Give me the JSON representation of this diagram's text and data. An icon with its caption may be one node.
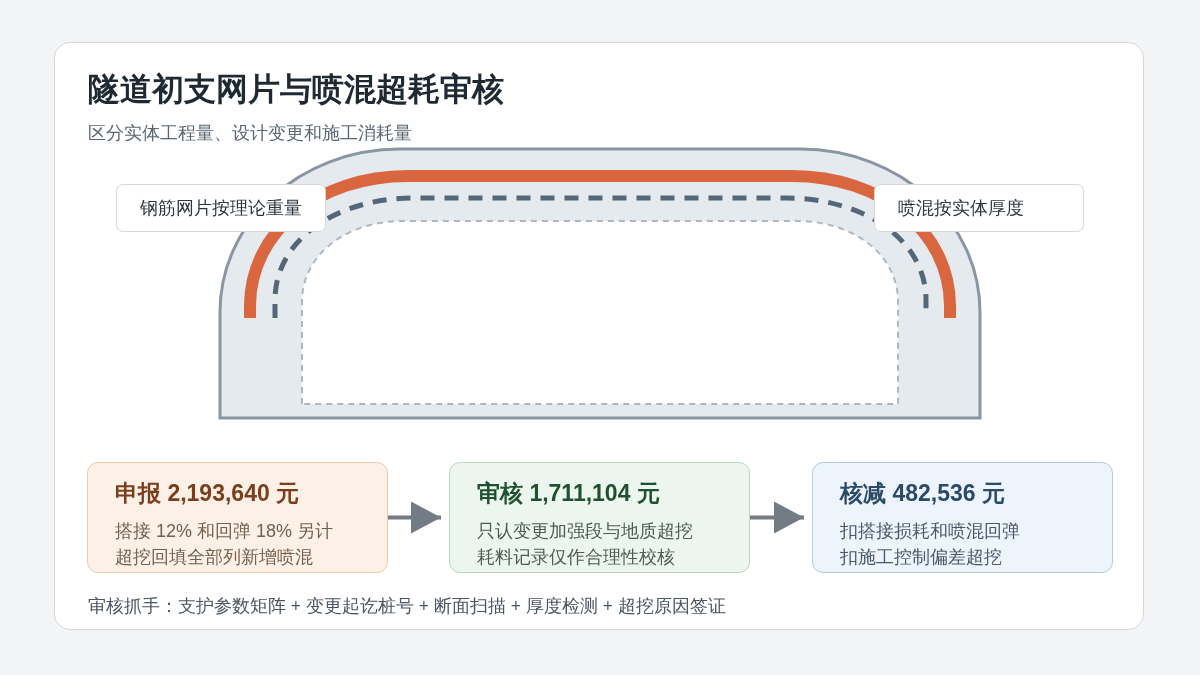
{
  "diagram": {
    "title": "隧道初支网片与喷混超耗审核",
    "nodes": [
      {
        "text": [
          "钢筋网片按理论重量"
        ]
      },
      {
        "text": [
          "喷混按实体厚度"
        ]
      },
      {
        "text": [
          "申报 2,193,640 元",
          "搭接 12% 和回弹 18% 另计",
          "超挖回填全部列新增喷混"
        ]
      },
      {
        "text": [
          "审核 1,711,104 元",
          "只认变更加强段与地质超挖",
          "耗料记录仅作合理性校核"
        ]
      },
      {
        "text": [
          "核减 482,536 元",
          "扣搭接损耗和喷混回弹",
          "扣施工控制偏差超挖"
        ]
      }
    ],
    "edges": [
      {
        "from": 2,
        "to": 3,
        "arrow": "to"
      },
      {
        "from": 3,
        "to": 4,
        "arrow": "to"
      }
    ],
    "labels": [
      "区分实体工程量、设计变更和施工消耗量",
      "审核抓手：支护参数矩阵 + 变更起讫桩号 + 断面扫描 + 厚度检测 + 超挖原因签证"
    ]
  }
}
